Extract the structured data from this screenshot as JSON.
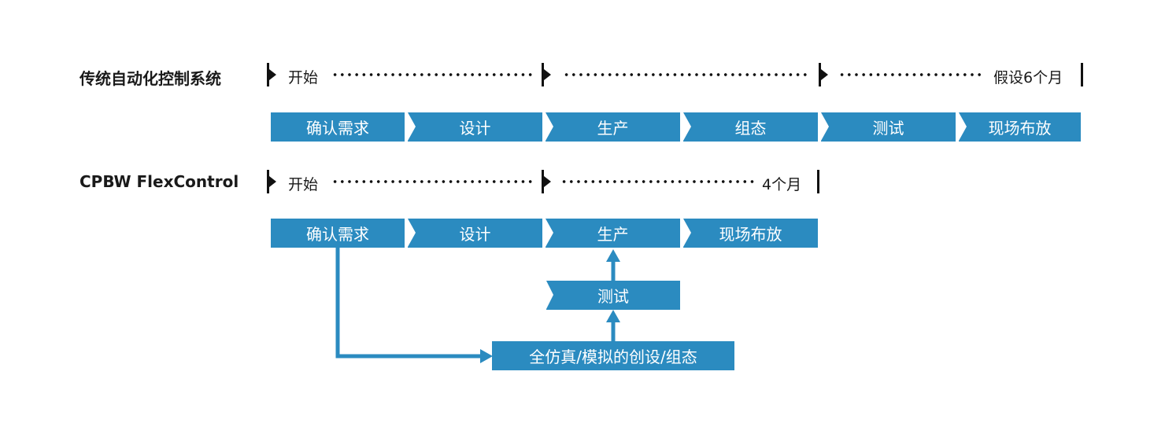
{
  "traditional": {
    "title": "传统自动化控制系统",
    "start_label": "开始",
    "end_label": "假设6个月",
    "steps": [
      "确认需求",
      "设计",
      "生产",
      "组态",
      "测试",
      "现场布放"
    ]
  },
  "cpbw": {
    "title": "CPBW FlexControl",
    "start_label": "开始",
    "end_label": "4个月",
    "steps": [
      "确认需求",
      "设计",
      "生产",
      "现场布放"
    ],
    "test_box": "测试",
    "simulation_box": "全仿真/模拟的创设/组态"
  },
  "colors": {
    "box": "#2b8bc0",
    "text": "#1a1a1a",
    "marker": "#111111"
  }
}
